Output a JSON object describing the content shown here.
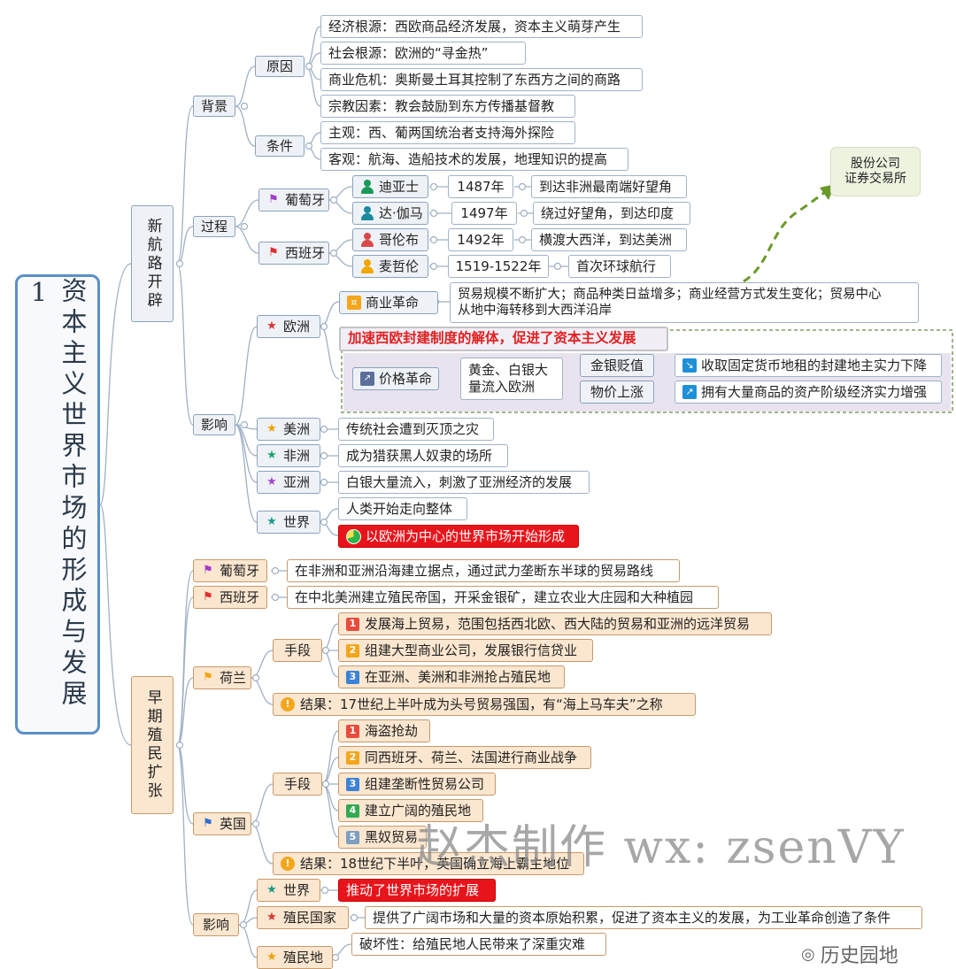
{
  "title": "资本主义世界市场的形成与发展1",
  "branch1": {
    "label": "新航路开辟",
    "background": {
      "label": "背景",
      "cause": {
        "label": "原因",
        "items": [
          "经济根源：西欧商品经济发展，资本主义萌芽产生",
          "社会根源：欧洲的“寻金热”",
          "商业危机：奥斯曼土耳其控制了东西方之间的商路",
          "宗教因素：教会鼓励到东方传播基督教"
        ]
      },
      "condition": {
        "label": "条件",
        "items": [
          "主观：西、葡两国统治者支持海外探险",
          "客观：航海、造船技术的发展，地理知识的提高"
        ]
      }
    },
    "process": {
      "label": "过程",
      "portugal": {
        "label": "葡萄牙",
        "rows": [
          {
            "who": "迪亚士",
            "year": "1487年",
            "event": "到达非洲最南端好望角"
          },
          {
            "who": "达·伽马",
            "year": "1497年",
            "event": "绕过好望角，到达印度"
          }
        ]
      },
      "spain": {
        "label": "西班牙",
        "rows": [
          {
            "who": "哥伦布",
            "year": "1492年",
            "event": "横渡大西洋，到达美洲"
          },
          {
            "who": "麦哲伦",
            "year": "1519-1522年",
            "event": "首次环球航行"
          }
        ]
      }
    },
    "callout": "股份公司\n证券交易所",
    "impact": {
      "label": "影响",
      "europe": {
        "label": "欧洲",
        "commercial": {
          "label": "商业革命",
          "text": "贸易规模不断扩大；商品种类日益增多；商业经营方式发生变化；贸易中心\n从地中海转移到大西洋沿岸"
        },
        "highlight": "加速西欧封建制度的解体，促进了资本主义发展",
        "price": {
          "label": "价格革命",
          "cause": "黄金、白银大\n量流入欧洲",
          "a": {
            "label": "金银贬值",
            "text": "收取固定货币地租的封建地主实力下降"
          },
          "b": {
            "label": "物价上涨",
            "text": "拥有大量商品的资产阶级经济实力增强"
          }
        }
      },
      "america": {
        "label": "美洲",
        "text": "传统社会遭到灭顶之灾"
      },
      "africa": {
        "label": "非洲",
        "text": "成为猎获黑人奴隶的场所"
      },
      "asia": {
        "label": "亚洲",
        "text": "白银大量流入，刺激了亚洲经济的发展"
      },
      "world": {
        "label": "世界",
        "a": "人类开始走向整体",
        "b": "以欧洲为中心的世界市场开始形成"
      }
    }
  },
  "branch2": {
    "label": "早期殖民扩张",
    "portugal": {
      "label": "葡萄牙",
      "text": "在非洲和亚洲沿海建立据点，通过武力垄断东半球的贸易路线"
    },
    "spain": {
      "label": "西班牙",
      "text": "在中北美洲建立殖民帝国，开采金银矿，建立农业大庄园和大种植园"
    },
    "netherlands": {
      "label": "荷兰",
      "means_label": "手段",
      "means": [
        "发展海上贸易，范围包括西北欧、西大陆的贸易和亚洲的远洋贸易",
        "组建大型商业公司，发展银行信贷业",
        "在亚洲、美洲和非洲抢占殖民地"
      ],
      "result": "结果：17世纪上半叶成为头号贸易强国，有“海上马车夫”之称"
    },
    "britain": {
      "label": "英国",
      "means_label": "手段",
      "means": [
        "海盗抢劫",
        "同西班牙、荷兰、法国进行商业战争",
        "组建垄断性贸易公司",
        "建立广阔的殖民地",
        "黑奴贸易"
      ],
      "result": "结果：18世纪下半叶，英国确立海上霸主地位"
    },
    "impact": {
      "label": "影响",
      "world": {
        "label": "世界",
        "text": "推动了世界市场的扩展"
      },
      "colonizer": {
        "label": "殖民国家",
        "text": "提供了广阔市场和大量的资本原始积累，促进了资本主义的发展，为工业革命创造了条件"
      },
      "colony": {
        "label": "殖民地",
        "text": "破坏性：给殖民地人民带来了深重灾难"
      }
    }
  },
  "watermark": "赵杰制作 wx: zsenVY",
  "brand": "历史园地"
}
